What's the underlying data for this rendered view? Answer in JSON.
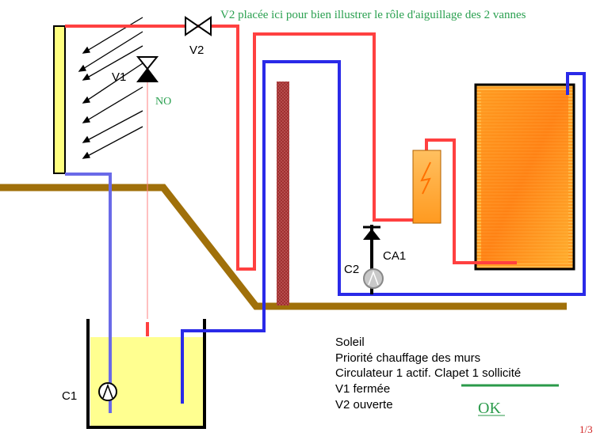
{
  "note": "V2 placée ici pour bien illustrer le rôle d'aiguillage des 2 vannes",
  "labels": {
    "v1": "V1",
    "v2": "V2",
    "no": "NO",
    "ca1": "CA1",
    "c2": "C2",
    "c1": "C1"
  },
  "status": {
    "lines": [
      "Soleil",
      "Priorité chauffage des murs",
      "Circulateur 1 actif. Clapet 1 sollicité",
      "V1 fermée",
      "V2 ouverte"
    ],
    "ok": "OK"
  },
  "page_number": "1/3",
  "colors": {
    "hot": "#ff4040",
    "cold": "#2a2ae8",
    "cold_light": "#6a6ae8",
    "ground": "#a0700a",
    "ok_green": "#2a9a4a",
    "note_green": "#2aa050",
    "page_red": "#d02020"
  }
}
